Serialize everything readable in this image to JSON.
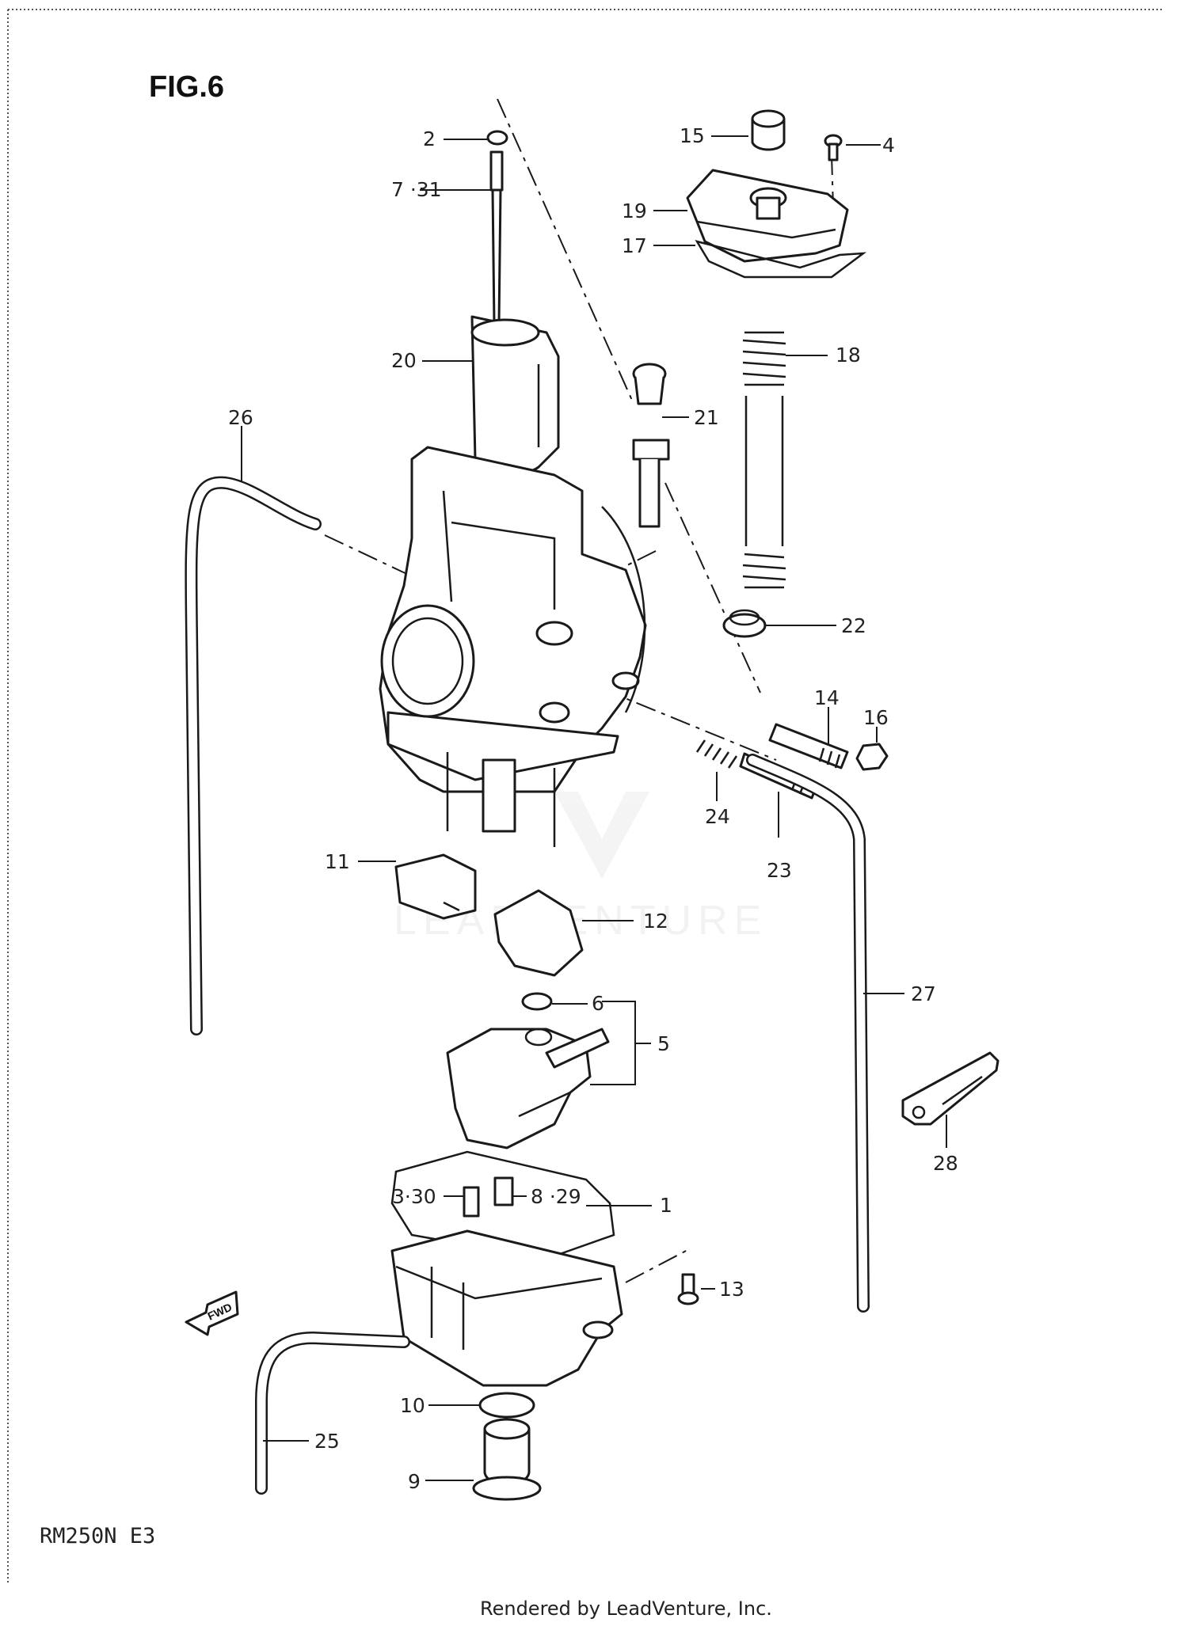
{
  "figure": {
    "title": "FIG.6",
    "model": "RM250N  E3",
    "footer": "Rendered by LeadVenture, Inc.",
    "watermark": "LEADVENTURE"
  },
  "callouts": [
    {
      "id": "c2",
      "label": "2"
    },
    {
      "id": "c7-31",
      "label": "7 ·31"
    },
    {
      "id": "c15",
      "label": "15"
    },
    {
      "id": "c4",
      "label": "4"
    },
    {
      "id": "c19",
      "label": "19"
    },
    {
      "id": "c17",
      "label": "17"
    },
    {
      "id": "c20",
      "label": "20"
    },
    {
      "id": "c18",
      "label": "18"
    },
    {
      "id": "c26",
      "label": "26"
    },
    {
      "id": "c21",
      "label": "21"
    },
    {
      "id": "c22",
      "label": "22"
    },
    {
      "id": "c14",
      "label": "14"
    },
    {
      "id": "c16",
      "label": "16"
    },
    {
      "id": "c24",
      "label": "24"
    },
    {
      "id": "c23",
      "label": "23"
    },
    {
      "id": "c11",
      "label": "11"
    },
    {
      "id": "c12",
      "label": "12"
    },
    {
      "id": "c27",
      "label": "27"
    },
    {
      "id": "c6",
      "label": "6"
    },
    {
      "id": "c5",
      "label": "5"
    },
    {
      "id": "c28",
      "label": "28"
    },
    {
      "id": "c3-30",
      "label": "3·30"
    },
    {
      "id": "c8-29",
      "label": "8 ·29"
    },
    {
      "id": "c1",
      "label": "1"
    },
    {
      "id": "c13",
      "label": "13"
    },
    {
      "id": "c10",
      "label": "10"
    },
    {
      "id": "c25",
      "label": "25"
    },
    {
      "id": "c9",
      "label": "9"
    }
  ],
  "fwd_arrow": {
    "label": "FWD",
    "icon": "forward-arrow-icon"
  }
}
